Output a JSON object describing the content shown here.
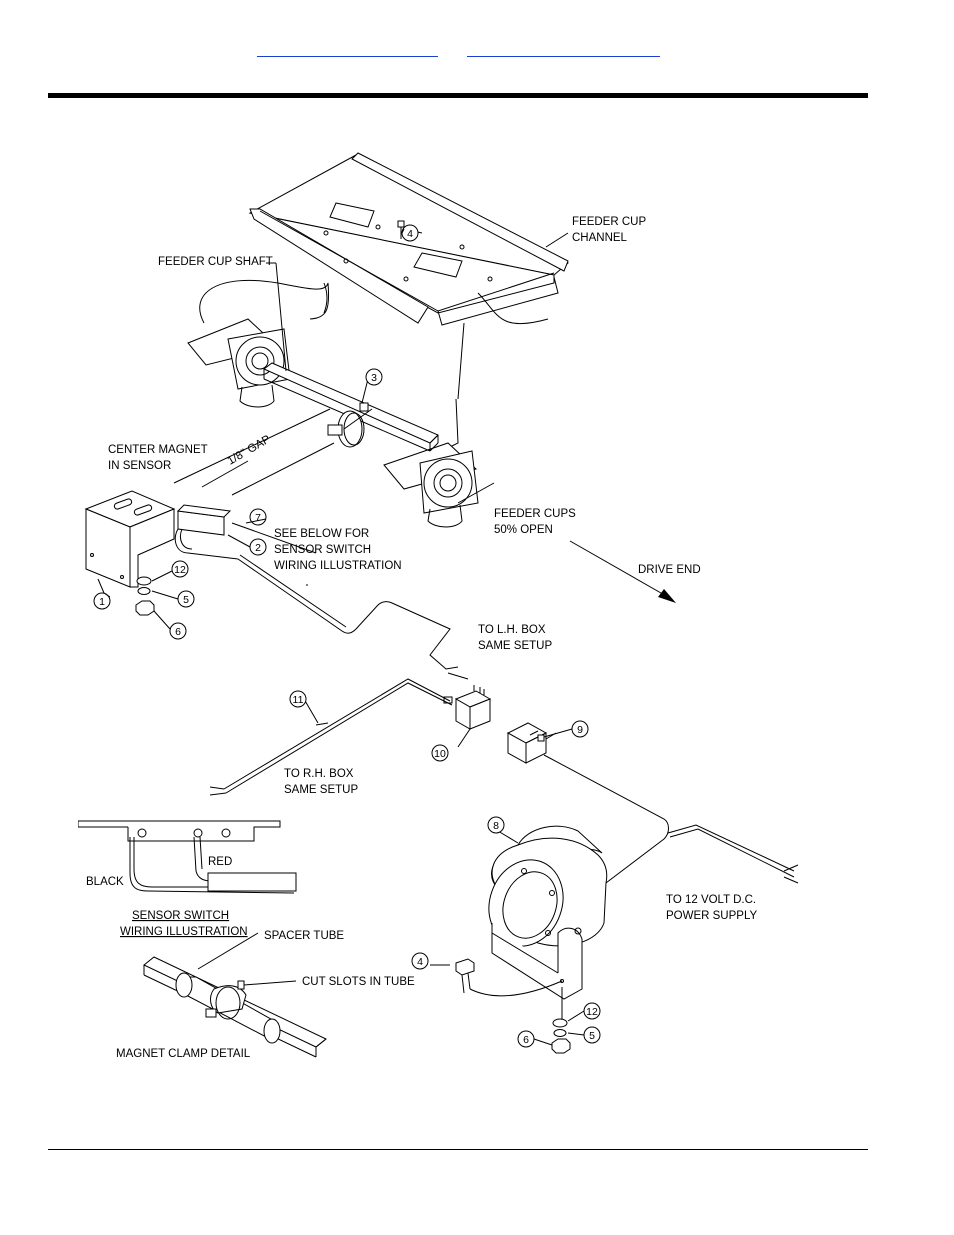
{
  "header": {
    "links": [
      "",
      ""
    ]
  },
  "labels": {
    "feeder_cup_channel": [
      "FEEDER CUP",
      "CHANNEL"
    ],
    "feeder_cup_shaft": "FEEDER CUP SHAFT",
    "center_magnet": [
      "CENTER MAGNET",
      "IN SENSOR"
    ],
    "gap": "1/8\" GAP",
    "see_below": [
      "SEE BELOW FOR",
      "SENSOR SWITCH",
      "WIRING ILLUSTRATION"
    ],
    "feeder_cups": [
      "FEEDER CUPS",
      "50% OPEN"
    ],
    "drive_end": "DRIVE END",
    "to_lh_box": [
      "TO L.H. BOX",
      "SAME SETUP"
    ],
    "to_rh_box": [
      "TO R.H. BOX",
      "SAME SETUP"
    ],
    "to_power": [
      "TO 12 VOLT D.C.",
      "POWER SUPPLY"
    ],
    "black": "BLACK",
    "red": "RED",
    "sensor_switch_illustration": [
      "SENSOR SWITCH",
      "WIRING ILLUSTRATION"
    ],
    "spacer_tube": "SPACER TUBE",
    "cut_slots": "CUT SLOTS IN TUBE",
    "magnet_clamp_detail": "MAGNET CLAMP DETAIL"
  },
  "callouts": {
    "c4_top": "4",
    "c3": "3",
    "c7": "7",
    "c2": "2",
    "c12_left": "12",
    "c1": "1",
    "c5_left": "5",
    "c6_left": "6",
    "c11": "11",
    "c10": "10",
    "c9": "9",
    "c8": "8",
    "c4_bottom": "4",
    "c12_right": "12",
    "c5_right": "5",
    "c6_right": "6"
  }
}
